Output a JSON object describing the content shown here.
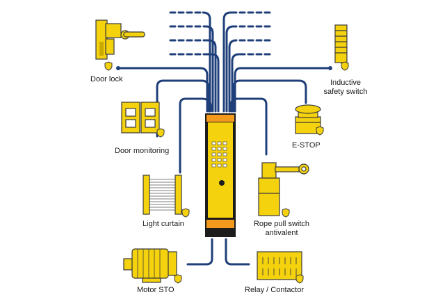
{
  "colors": {
    "line": "#1f3f7a",
    "yellow": "#f5d20e",
    "yellow_dark": "#c9a800",
    "outline": "#3a3a3a",
    "orange": "#f39a1e",
    "black": "#1c1c1c"
  },
  "devices": {
    "door_lock": "Door lock",
    "inductive_line1": "Inductive",
    "inductive_line2": "safety switch",
    "door_monitoring": "Door monitoring",
    "estop": "E-STOP",
    "light_curtain": "Light curtain",
    "rope_line1": "Rope pull switch",
    "rope_line2": "antivalent",
    "motor_sto": "Motor STO",
    "relay": "Relay / Contactor"
  },
  "icons": {
    "shield": "shield-badge-icon",
    "door_lock": "door-lock-icon",
    "inductive": "inductive-sensor-icon",
    "door_monitoring": "door-hinge-switch-icon",
    "estop": "emergency-stop-icon",
    "light_curtain": "light-curtain-icon",
    "rope": "rope-pull-switch-icon",
    "motor": "motor-icon",
    "relay": "relay-contactor-icon",
    "controller": "safety-relay-module-icon"
  }
}
